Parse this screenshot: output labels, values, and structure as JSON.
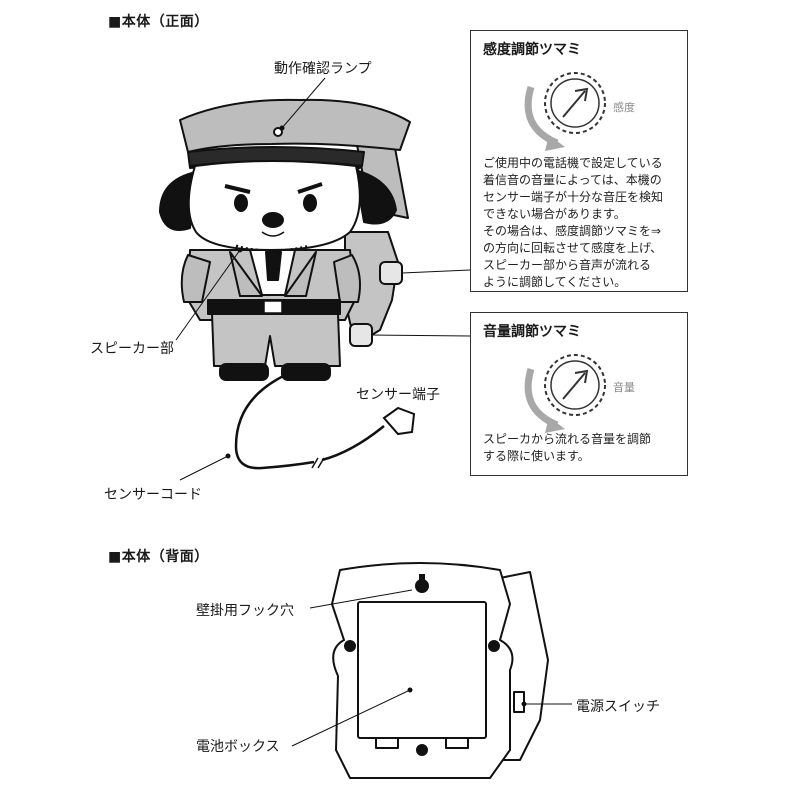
{
  "front": {
    "title": "■本体（正面）",
    "labels": {
      "lamp": "動作確認ランプ",
      "speaker": "スピーカー部",
      "sensor_terminal": "センサー端子",
      "sensor_cord": "センサーコード"
    },
    "sensitivity": {
      "title": "感度調節ツマミ",
      "knob_label": "感度",
      "description": "ご使用中の電話機で設定している\n着信音の音量によっては、本機の\nセンサー端子が十分な音圧を検知\nできない場合があります。\nその場合は、感度調節ツマミを⇒\nの方向に回転させて感度を上げ、\nスピーカー部から音声が流れる\nように調節してください。"
    },
    "volume": {
      "title": "音量調節ツマミ",
      "knob_label": "音量",
      "description": "スピーカから流れる音量を調節\nする際に使います。"
    }
  },
  "back": {
    "title": "■本体（背面）",
    "labels": {
      "hook": "壁掛用フック穴",
      "battery": "電池ボックス",
      "power": "電源スイッチ"
    }
  }
}
